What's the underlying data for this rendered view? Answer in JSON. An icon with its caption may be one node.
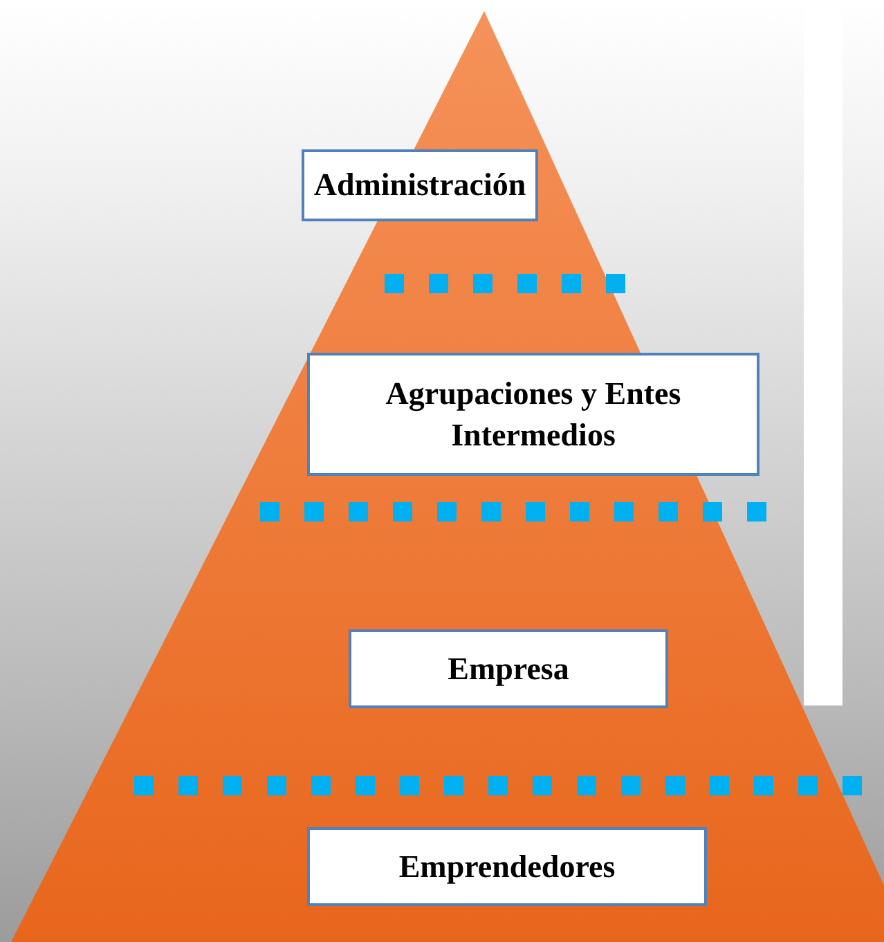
{
  "diagram": {
    "nodes": [
      {
        "text": [
          "Administración"
        ]
      },
      {
        "text": [
          "Agrupaciones y Entes Intermedios"
        ]
      },
      {
        "text": [
          "Empresa"
        ]
      },
      {
        "text": [
          "Emprendedores"
        ]
      }
    ]
  }
}
